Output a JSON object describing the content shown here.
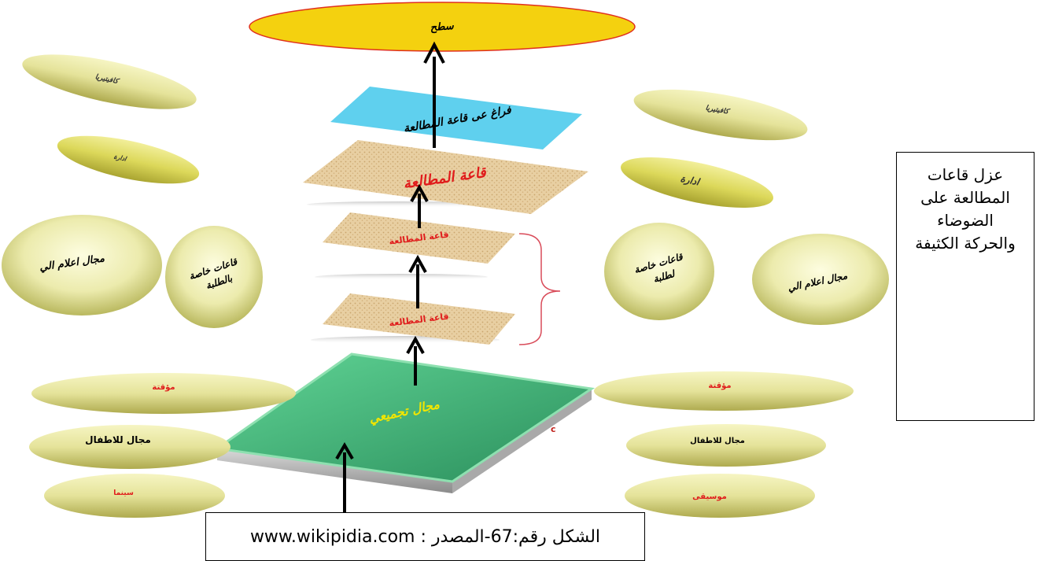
{
  "diagram": {
    "roof_label": "سطح",
    "void_label": "فراغ عى قاعة المطالعة",
    "reading_hall_main": "قاعة المطالعة",
    "reading_hall_small_1": "قاعة المطالعة",
    "reading_hall_small_2": "قاعة المطالعة",
    "plaza_label": "مجال تجميعي",
    "plaza_corner_mark": "c",
    "left": {
      "cafeteria": "كافيتيريا",
      "admin": "ادارة",
      "media_space": "مجال اعلام الي",
      "student_halls": "قاعات خاصة بالطلبة",
      "temporary": "مؤقتة",
      "children_space": "مجال للاطفال",
      "cinema": "سينما"
    },
    "right": {
      "cafeteria": "كافيتيريا",
      "admin": "ادارة",
      "student_halls": "قاعات خاصة لطلبة",
      "media_space": "مجال اعلام الي",
      "temporary": "مؤقتة",
      "children_space": "مجال للاطفال",
      "music": "موسيقى"
    }
  },
  "note": {
    "text": "عزل قاعات المطالعة على الضوضاء والحركة الكثيفة"
  },
  "caption": {
    "text": "الشكل رقم:67-المصدر : www.wikipidia.com"
  },
  "colors": {
    "olive_light": "#fbfbd6",
    "olive_dark": "#b8b65a",
    "roof_yellow": "#f4d10f",
    "roof_border": "#e0301e",
    "void_blue": "#5fd0ee",
    "plaza_green": "#1e9e5a",
    "plaza_text": "#f2e600",
    "hall_fill": "#e6c99a",
    "hall_text": "#e01b1b",
    "brace_red": "#d94c5a"
  }
}
